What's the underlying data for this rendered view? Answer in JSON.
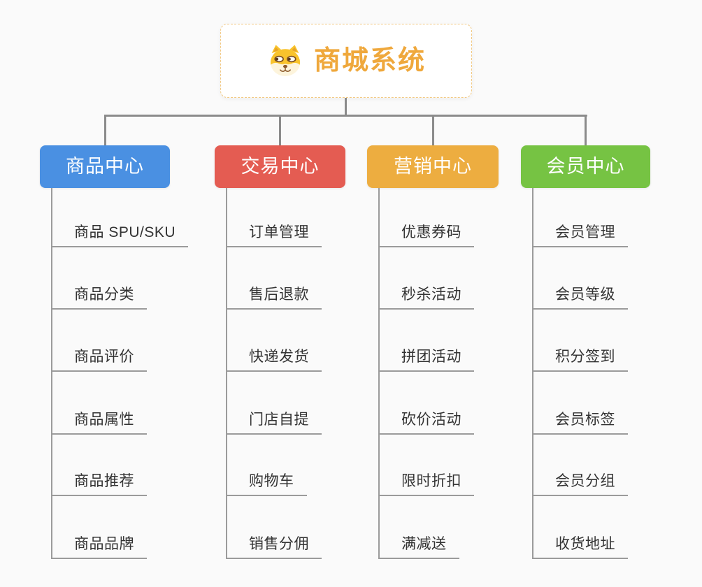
{
  "root": {
    "title": "商城系统",
    "icon": "shiba-dog-icon"
  },
  "branches": [
    {
      "label": "商品中心",
      "color": "#4a90e2",
      "children": [
        "商品 SPU/SKU",
        "商品分类",
        "商品评价",
        "商品属性",
        "商品推荐",
        "商品品牌"
      ]
    },
    {
      "label": "交易中心",
      "color": "#e45c52",
      "children": [
        "订单管理",
        "售后退款",
        "快递发货",
        "门店自提",
        "购物车",
        "销售分佣"
      ]
    },
    {
      "label": "营销中心",
      "color": "#edad40",
      "children": [
        "优惠券码",
        "秒杀活动",
        "拼团活动",
        "砍价活动",
        "限时折扣",
        "满减送"
      ]
    },
    {
      "label": "会员中心",
      "color": "#76c343",
      "children": [
        "会员管理",
        "会员等级",
        "积分签到",
        "会员标签",
        "会员分组",
        "收货地址"
      ]
    }
  ],
  "colors": {
    "background": "#fafafa",
    "connector": "#8b8b8b",
    "sub_line": "#9b9b9b",
    "leaf_text": "#333333",
    "root_title": "#efa83c",
    "root_border": "#f2c983",
    "root_background": "#ffffff"
  }
}
